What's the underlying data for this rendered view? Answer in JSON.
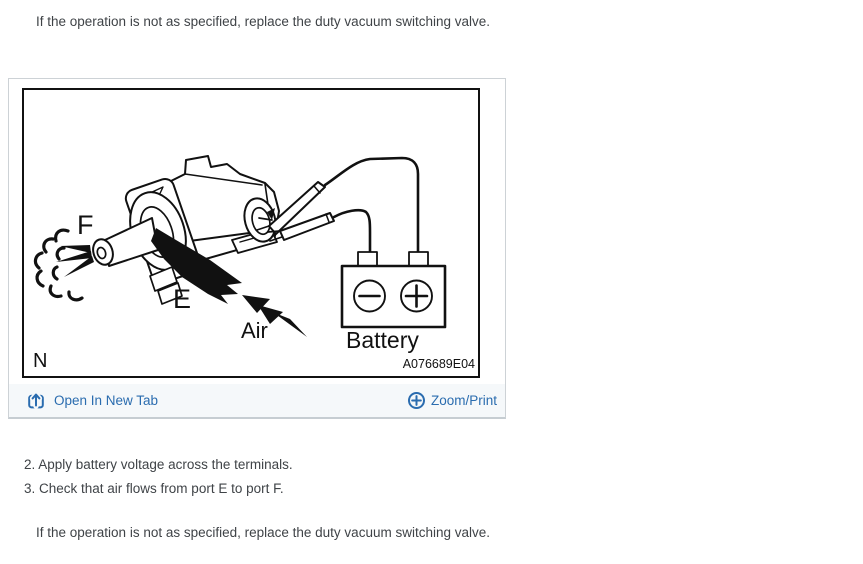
{
  "intro": {
    "text": "If the operation is not as specified, replace the duty vacuum switching valve."
  },
  "figure": {
    "diagram_labels": {
      "port_f": "F",
      "port_e": "E",
      "air": "Air",
      "note": "N",
      "battery": "Battery",
      "code": "A076689E04"
    },
    "toolbar": {
      "open_link": "Open In New Tab",
      "zoom_link": "Zoom/Print"
    }
  },
  "steps": [
    {
      "text": "2. Apply battery voltage across the terminals."
    },
    {
      "text": "3. Check that air flows from port E to port F."
    }
  ],
  "outro": {
    "text": "If the operation is not as specified, replace the duty vacuum switching valve."
  },
  "colors": {
    "link_blue": "#2a6caf",
    "body_text": "#3f4347",
    "footer_bg": "#f5f8fa",
    "panel_border": "#cdd2d6",
    "ink": "#111111"
  }
}
